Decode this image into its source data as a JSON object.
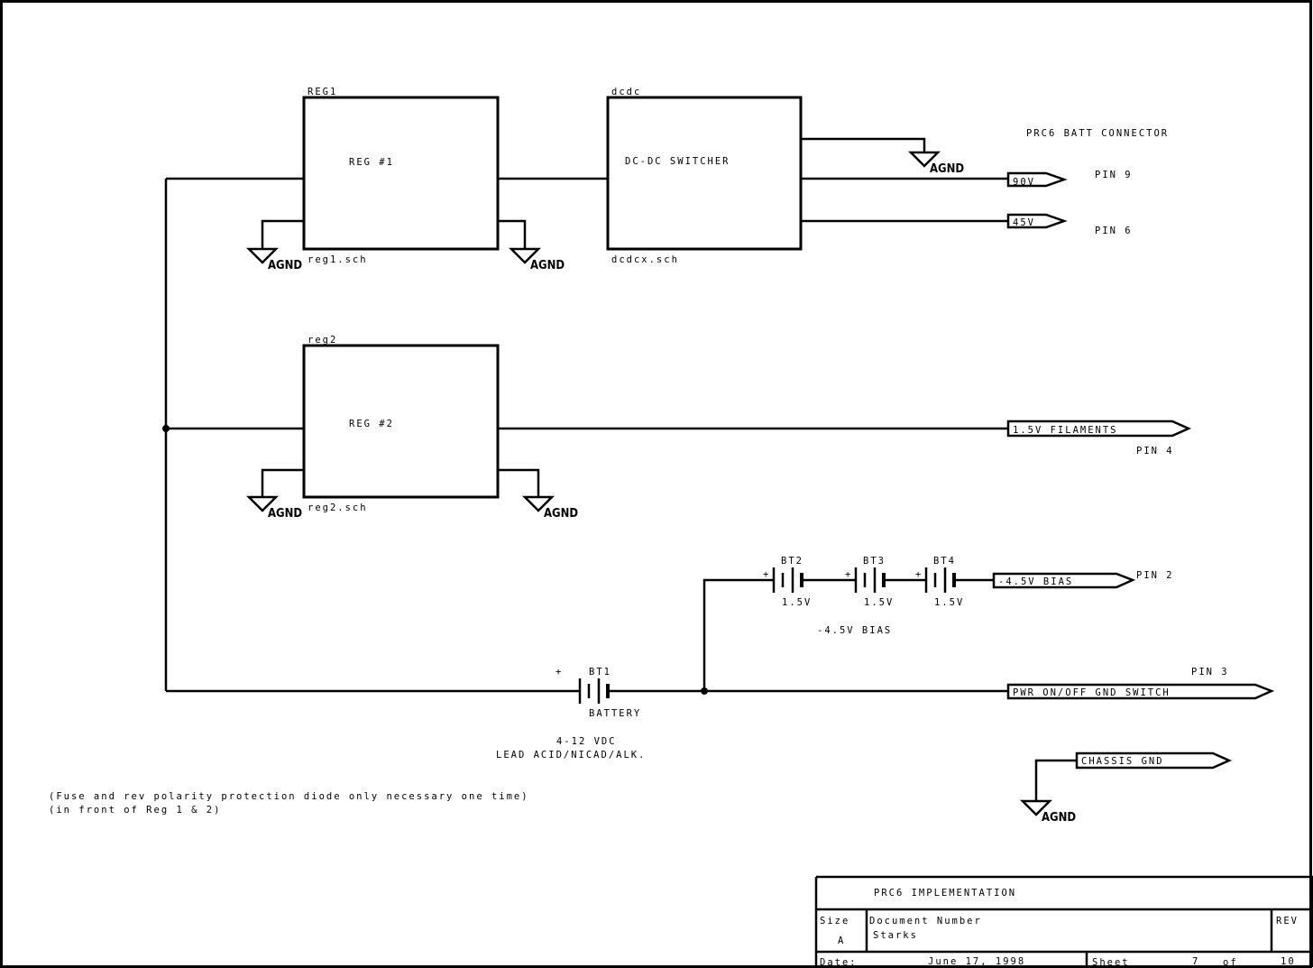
{
  "blocks": {
    "reg1": {
      "ref": "REG1",
      "label": "REG #1",
      "file": "reg1.sch"
    },
    "dcdc": {
      "ref": "dcdc",
      "label": "DC-DC SWITCHER",
      "file": "dcdcx.sch"
    },
    "reg2": {
      "ref": "reg2",
      "label": "REG #2",
      "file": "reg2.sch"
    }
  },
  "ground_label": "AGND",
  "connector_title": "PRC6 BATT CONNECTOR",
  "ports": {
    "v90": {
      "label": "90V",
      "pin": "PIN 9"
    },
    "v45": {
      "label": "45V",
      "pin": "PIN 6"
    },
    "fil": {
      "label": "1.5V FILAMENTS",
      "pin": "PIN 4"
    },
    "bias": {
      "label": "-4.5V BIAS",
      "pin": "PIN 2"
    },
    "pwr": {
      "label": "PWR ON/OFF GND SWITCH",
      "pin": "PIN 3"
    },
    "chassis": {
      "label": "CHASSIS GND"
    }
  },
  "batteries": {
    "bt1": {
      "ref": "BT1",
      "value": "BATTERY",
      "plus": "+"
    },
    "bt2": {
      "ref": "BT2",
      "value": "1.5V",
      "plus": "+"
    },
    "bt3": {
      "ref": "BT3",
      "value": "1.5V",
      "plus": "+"
    },
    "bt4": {
      "ref": "BT4",
      "value": "1.5V",
      "plus": "+"
    }
  },
  "bias_note": "-4.5V BIAS",
  "battery_note": [
    "4-12 VDC",
    "LEAD ACID/NICAD/ALK."
  ],
  "notes": [
    "(Fuse and rev polarity protection diode only necessary one time)",
    "(in front of Reg 1 & 2)"
  ],
  "title_block": {
    "title": "PRC6 IMPLEMENTATION",
    "size_label": "Size",
    "size": "A",
    "docnum_label": "Document Number",
    "docnum": "Starks",
    "rev_label": "REV",
    "date_label": "Date:",
    "date": "June 17, 1998",
    "sheet_label": "Sheet",
    "sheet": "7",
    "of_label": "of",
    "sheet_total": "10"
  }
}
